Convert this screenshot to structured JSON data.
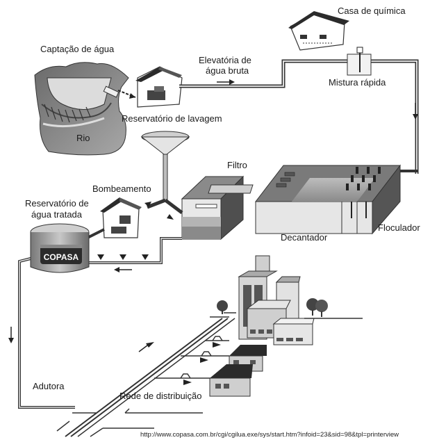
{
  "title": "Tratamento de água - COPASA",
  "labels": {
    "captacao": "Captação de água",
    "rio": "Rio",
    "elevatoria_1": "Elevatória de",
    "elevatoria_2": "água bruta",
    "reservatorio_lavagem": "Reservatório de lavagem",
    "casa_quimica": "Casa de química",
    "mistura_rapida": "Mistura rápida",
    "filtro": "Filtro",
    "bombeamento": "Bombeamento",
    "reservatorio_tratada_1": "Reservatório de",
    "reservatorio_tratada_2": "água tratada",
    "decantador": "Decantador",
    "floculador": "Floculador",
    "adutora": "Adutora",
    "rede_distribuicao": "Rede de distribuição",
    "tank_brand": "COPASA"
  },
  "source_url": "http://www.copasa.com.br/cgi/cgilua.exe/sys/start.htm?infoid=23&sid=98&tpl=printerview",
  "colors": {
    "pipe": "#3a3a3a",
    "pipe_fill": "#d8d8d8",
    "dark": "#2b2b2b",
    "mid": "#8a8a8a",
    "light": "#cfcfcf"
  }
}
